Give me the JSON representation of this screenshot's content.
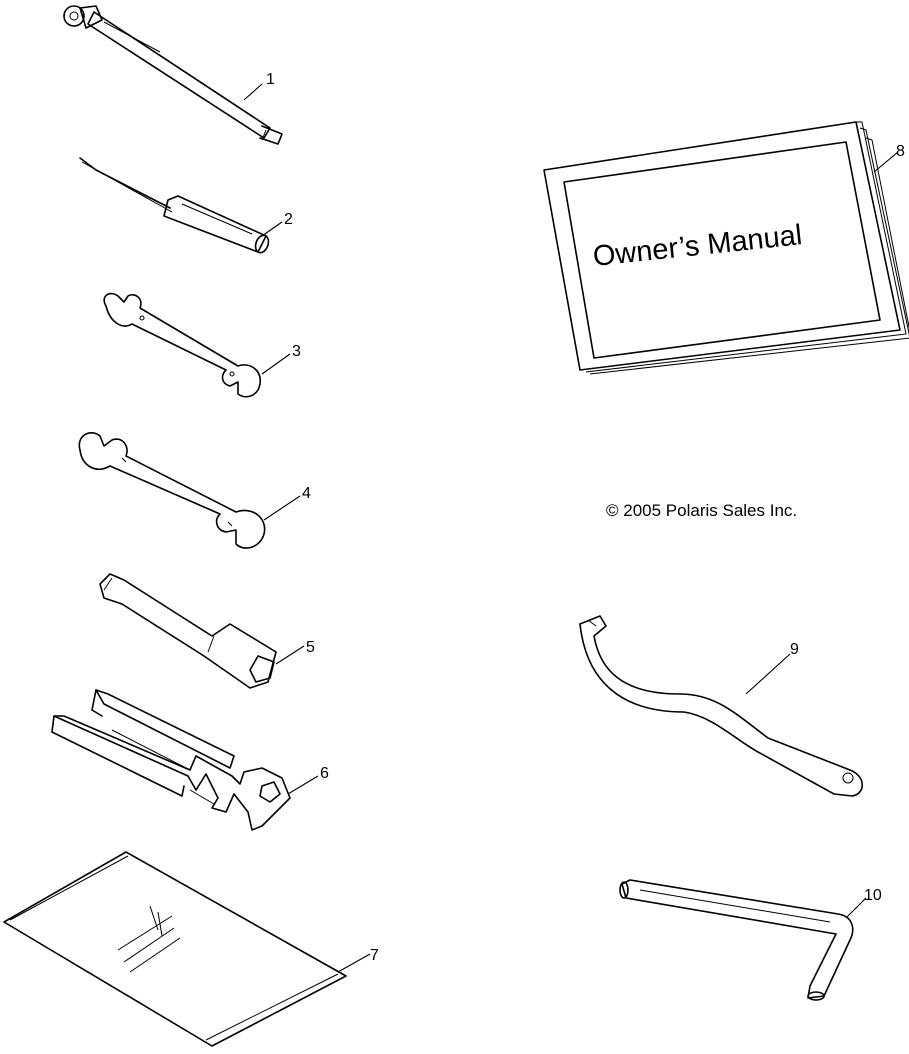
{
  "callouts": {
    "c1": "1",
    "c2": "2",
    "c3": "3",
    "c4": "4",
    "c5": "5",
    "c6": "6",
    "c7": "7",
    "c8": "8",
    "c9": "9",
    "c10": "10"
  },
  "manual": {
    "cover_title": "Owner’s Manual"
  },
  "copyright": "© 2005 Polaris Sales Inc."
}
